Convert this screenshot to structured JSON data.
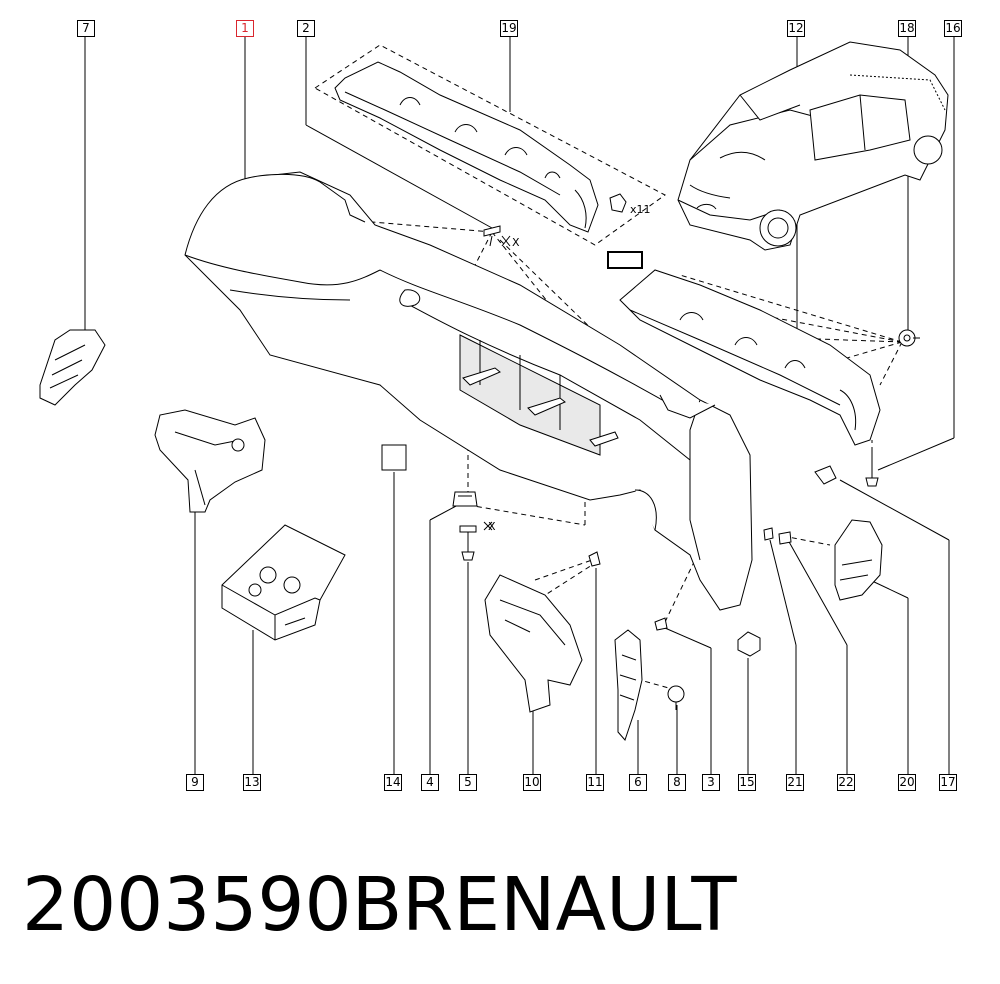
{
  "callouts": {
    "c1": "1",
    "c2": "2",
    "c3": "3",
    "c4": "4",
    "c5": "5",
    "c6": "6",
    "c7": "7",
    "c8": "8",
    "c9": "9",
    "c10": "10",
    "c11": "11",
    "c12": "12",
    "c13": "13",
    "c14": "14",
    "c15": "15",
    "c16": "16",
    "c17": "17",
    "c18": "18",
    "c19": "19",
    "c20": "20",
    "c21": "21",
    "c22": "22"
  },
  "annotations": {
    "x_mark": "X",
    "qty_x11": "x11"
  },
  "footer": {
    "part_number": "2003590B",
    "brand": "RENAULT"
  },
  "colors": {
    "highlight": "#d9262e",
    "line": "#000000",
    "part_fill": "#ffffff",
    "shade": "#e4e4e4"
  }
}
